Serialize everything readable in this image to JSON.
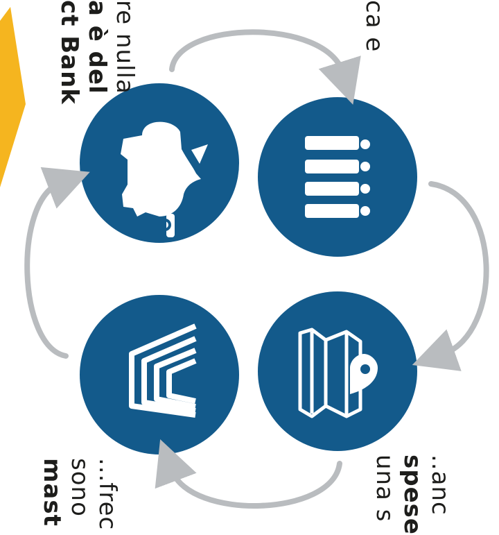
{
  "colors": {
    "accent": "#f5b51f",
    "circle": "#135a8b",
    "arrow": "#b9bcbf",
    "icon": "#ffffff",
    "text": "#1d1d1b"
  },
  "icons": [
    "piggy-bank-icon",
    "people-icon",
    "map-pin-icon",
    "documents-icon"
  ],
  "text_blocks": {
    "top_left": {
      "line1": "re nulla",
      "line2": "a è del",
      "line3": "ct Bank"
    },
    "top_right": {
      "line1": "ca e"
    },
    "bottom_right": {
      "line1": "..anc",
      "line2": "spese",
      "line3": "una s"
    },
    "bottom_left": {
      "line1": "...frec",
      "line2": "sono",
      "line3": "mast"
    }
  }
}
